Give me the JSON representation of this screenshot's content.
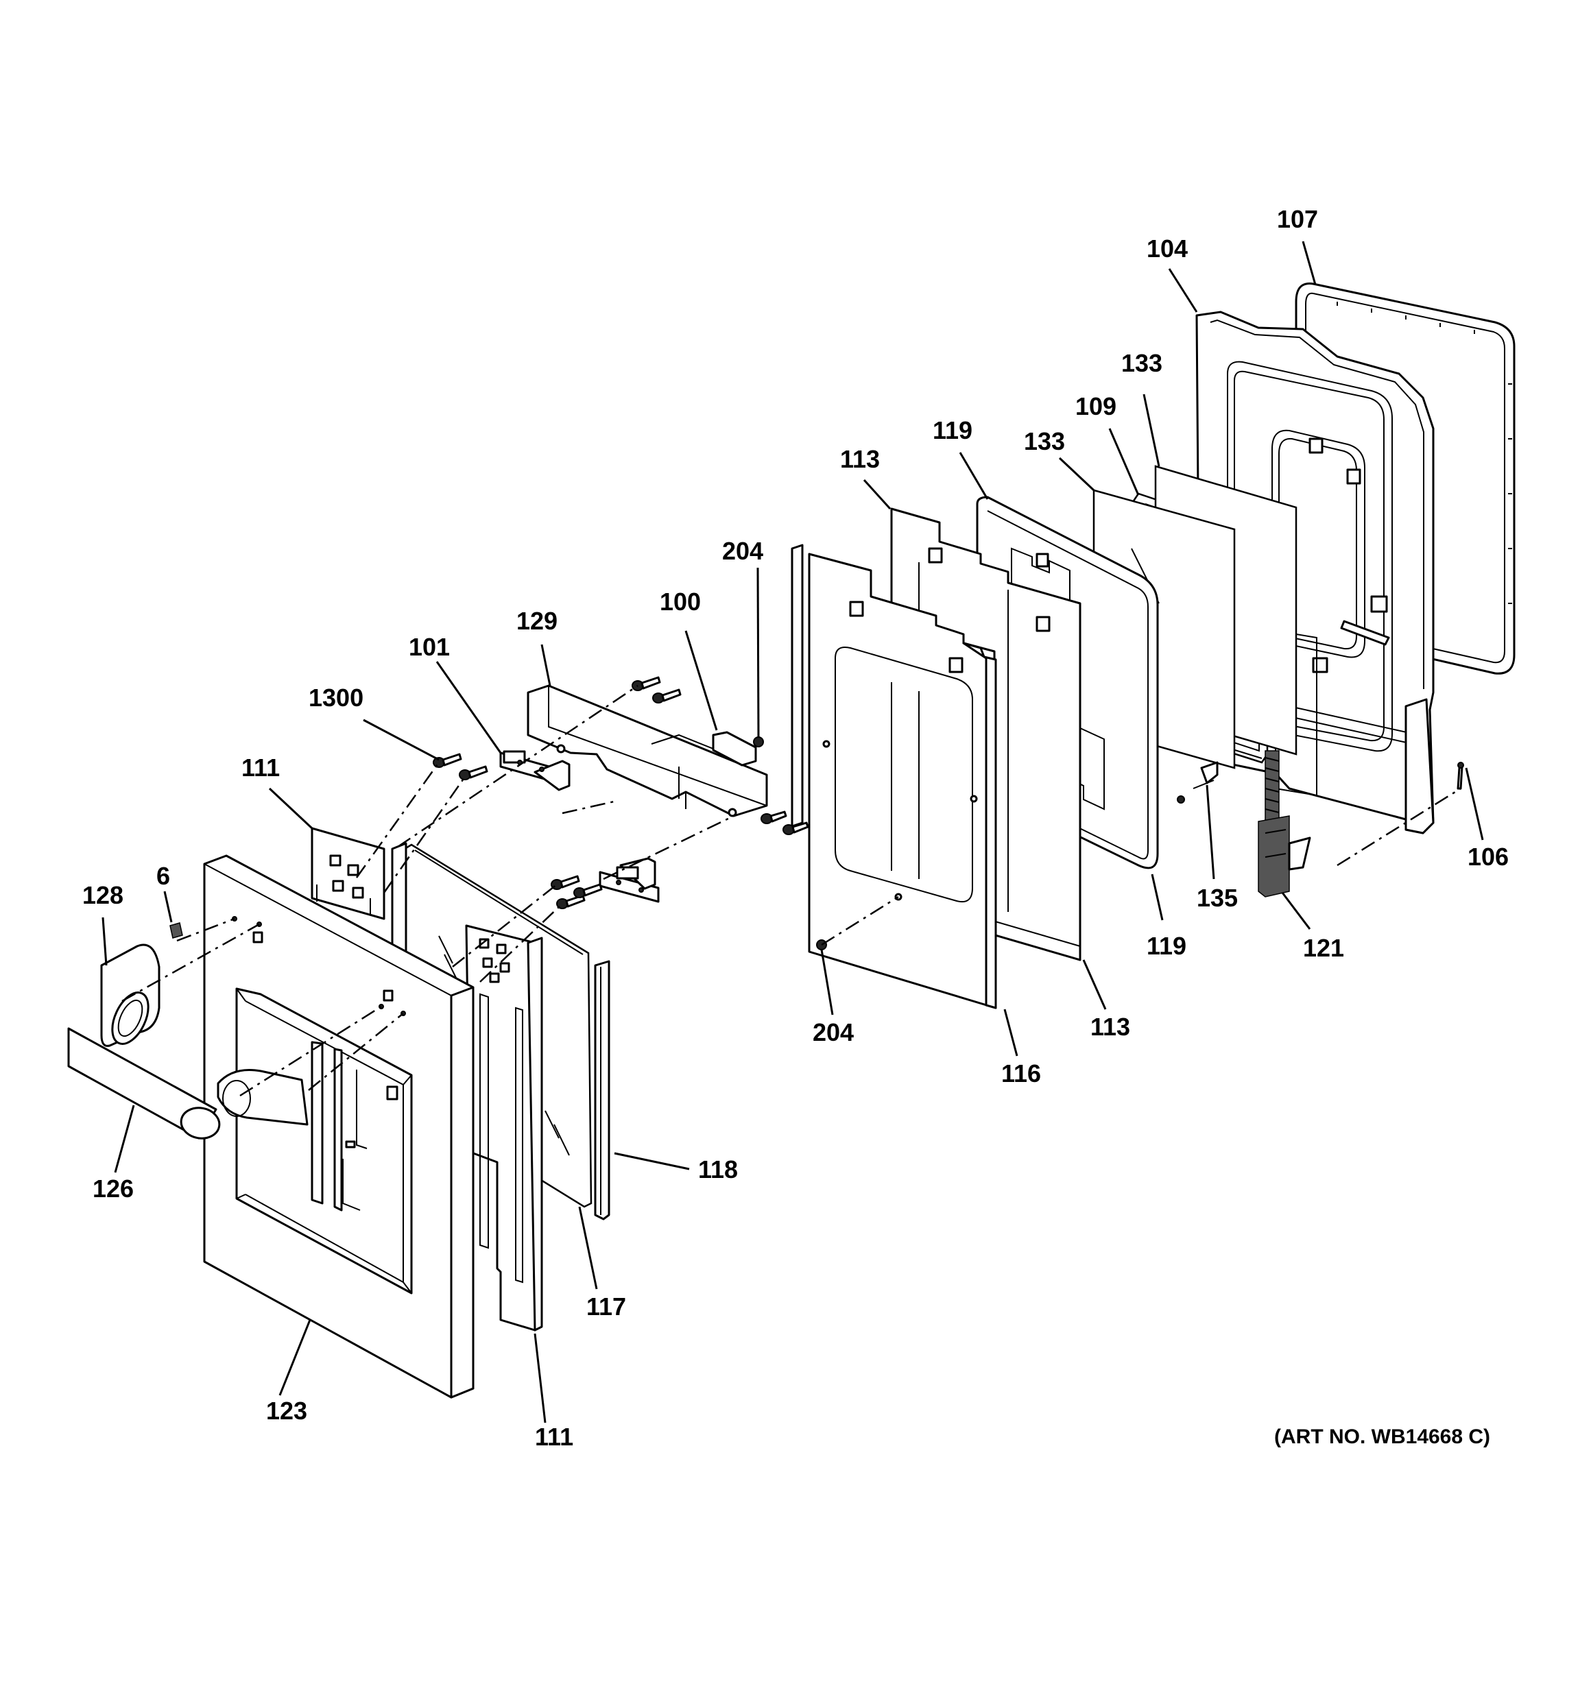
{
  "art_number": "(ART NO. WB14668 C)",
  "callouts": {
    "c107": "107",
    "c104": "104",
    "c133a": "133",
    "c109": "109",
    "c133b": "133",
    "c119a": "119",
    "c113a": "113",
    "c204a": "204",
    "c100": "100",
    "c129": "129",
    "c101": "101",
    "c1300": "1300",
    "c111a": "111",
    "c6": "6",
    "c128": "128",
    "c126": "126",
    "c123": "123",
    "c111b": "111",
    "c117": "117",
    "c118": "118",
    "c204b": "204",
    "c116": "116",
    "c113b": "113",
    "c119b": "119",
    "c135": "135",
    "c121": "121",
    "c106": "106"
  }
}
